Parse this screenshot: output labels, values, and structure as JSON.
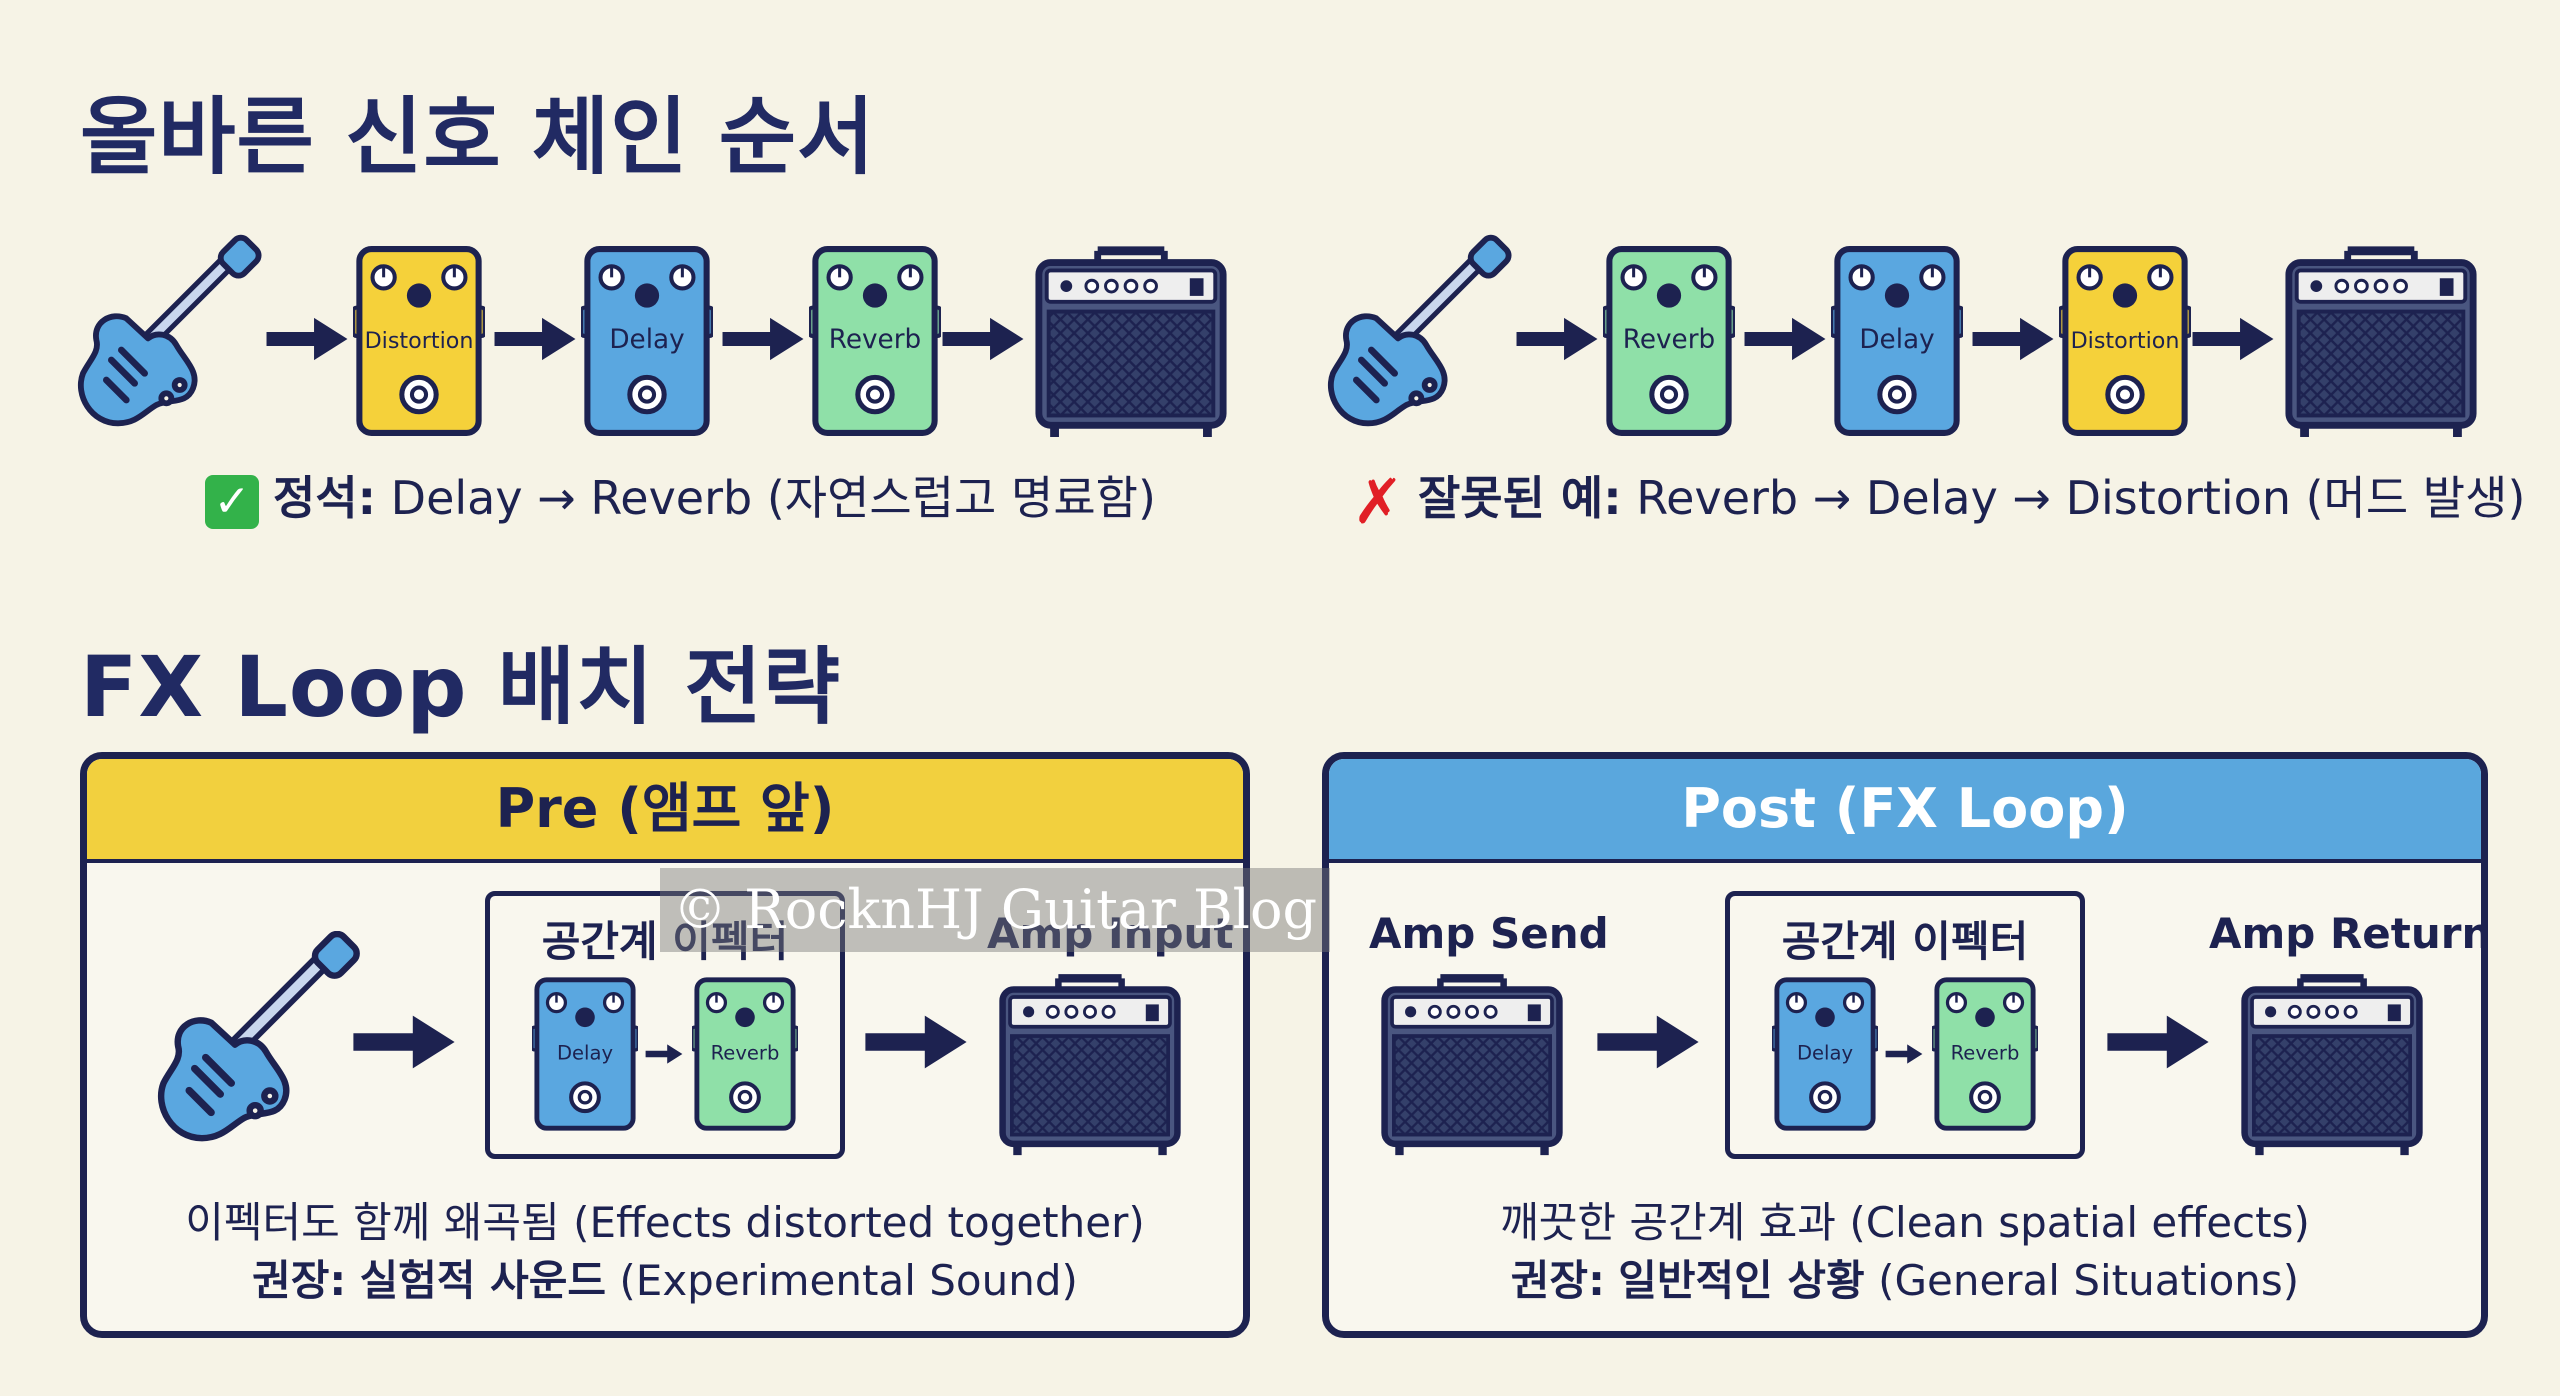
{
  "section1": {
    "title": "올바른 신호 체인 순서",
    "correct": {
      "pedals": [
        {
          "label": "Distortion",
          "color": "#f5d13a"
        },
        {
          "label": "Delay",
          "color": "#5aa7e0"
        },
        {
          "label": "Reverb",
          "color": "#8fe0a8"
        }
      ],
      "caption_prefix": "정석:",
      "caption_text": "Delay → Reverb (자연스럽고 명료함)"
    },
    "wrong": {
      "pedals": [
        {
          "label": "Reverb",
          "color": "#8fe0a8"
        },
        {
          "label": "Delay",
          "color": "#5aa7e0"
        },
        {
          "label": "Distortion",
          "color": "#f5d13a"
        }
      ],
      "caption_prefix": "잘못된 예:",
      "caption_text": "Reverb → Delay → Distortion (머드 발생)"
    },
    "icons": {
      "ok": "check-mark-icon",
      "bad": "cross-mark-icon"
    },
    "ok_glyph": "✓",
    "bad_glyph": "✗"
  },
  "section2": {
    "title": "FX Loop 배치 전략",
    "pre": {
      "header": "Pre (앰프 앞)",
      "header_color": "#f2d03e",
      "box_title": "공간계 이펙터",
      "pedal1": "Delay",
      "pedal2": "Reverb",
      "amp_label": "Amp Input",
      "line1_ko": "이펙터도 함께 왜곡됨",
      "line1_en": "(Effects distorted together)",
      "line2_ko": "권장:",
      "line2_rest": "실험적 사운드",
      "line2_en": "(Experimental Sound)"
    },
    "post": {
      "header": "Post (FX Loop)",
      "header_color": "#5aa7dd",
      "send_label": "Amp Send",
      "box_title": "공간계 이펙터",
      "pedal1": "Delay",
      "pedal2": "Reverb",
      "return_label": "Amp Return",
      "line1_ko": "깨끗한 공간계 효과",
      "line1_en": "(Clean spatial effects)",
      "line2_ko": "권장:",
      "line2_rest": "일반적인 상황",
      "line2_en": "(General Situations)"
    }
  },
  "watermark": "© RocknHJ Guitar Blog"
}
